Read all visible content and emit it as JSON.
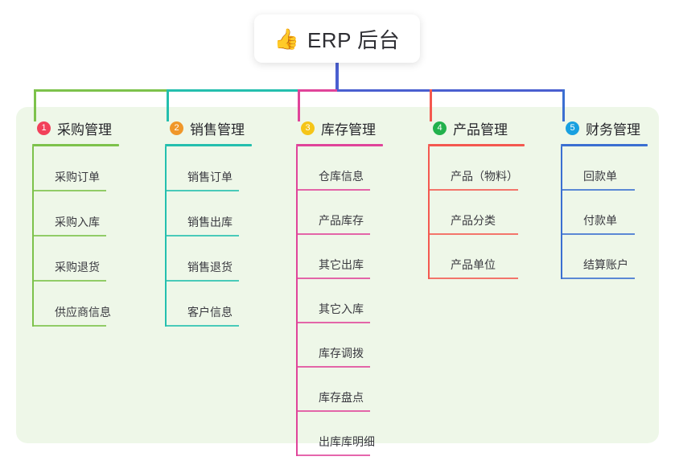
{
  "title": {
    "icon": "thumbs-up-icon",
    "emoji": "👍",
    "text": "ERP 后台"
  },
  "palette": {
    "page_bg": "#ffffff",
    "panel_bg": "#eef7e8",
    "title_card_bg": "#ffffff",
    "trunk": "#4a5fd0"
  },
  "columns": [
    {
      "index": "1",
      "badge_color": "#f2415a",
      "line_color": "#7dc24b",
      "title": "采购管理",
      "items": [
        "采购订单",
        "采购入库",
        "采购退货",
        "供应商信息"
      ]
    },
    {
      "index": "2",
      "badge_color": "#f0972a",
      "line_color": "#24bfae",
      "title": "销售管理",
      "items": [
        "销售订单",
        "销售出库",
        "销售退货",
        "客户信息"
      ]
    },
    {
      "index": "3",
      "badge_color": "#f5c518",
      "line_color": "#e0449a",
      "title": "库存管理",
      "items": [
        "仓库信息",
        "产品库存",
        "其它出库",
        "其它入库",
        "库存调拨",
        "库存盘点",
        "出库库明细"
      ]
    },
    {
      "index": "4",
      "badge_color": "#22b14c",
      "line_color": "#f4584f",
      "title": "产品管理",
      "items": [
        "产品（物料）",
        "产品分类",
        "产品单位"
      ]
    },
    {
      "index": "5",
      "badge_color": "#18a0e0",
      "line_color": "#3b6fd1",
      "title": "财务管理",
      "items": [
        "回款单",
        "付款单",
        "结算账户"
      ]
    }
  ]
}
